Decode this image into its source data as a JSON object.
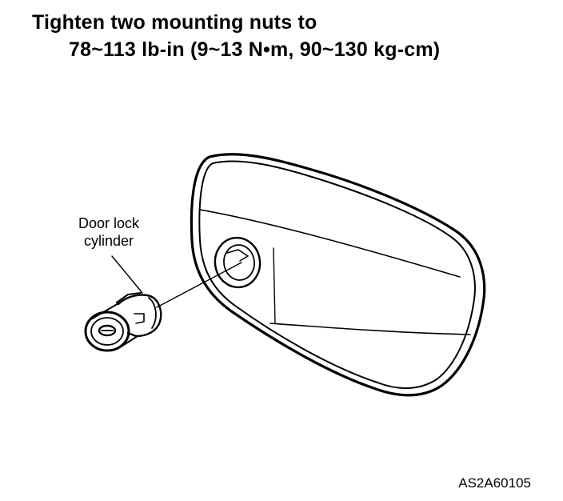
{
  "instruction": {
    "line1": "Tighten two mounting nuts to",
    "line2": "78~113 lb-in (9~13 N•m, 90~130 kg-cm)"
  },
  "callout": {
    "line1": "Door lock",
    "line2": "cylinder"
  },
  "figure_code": "AS2A60105"
}
